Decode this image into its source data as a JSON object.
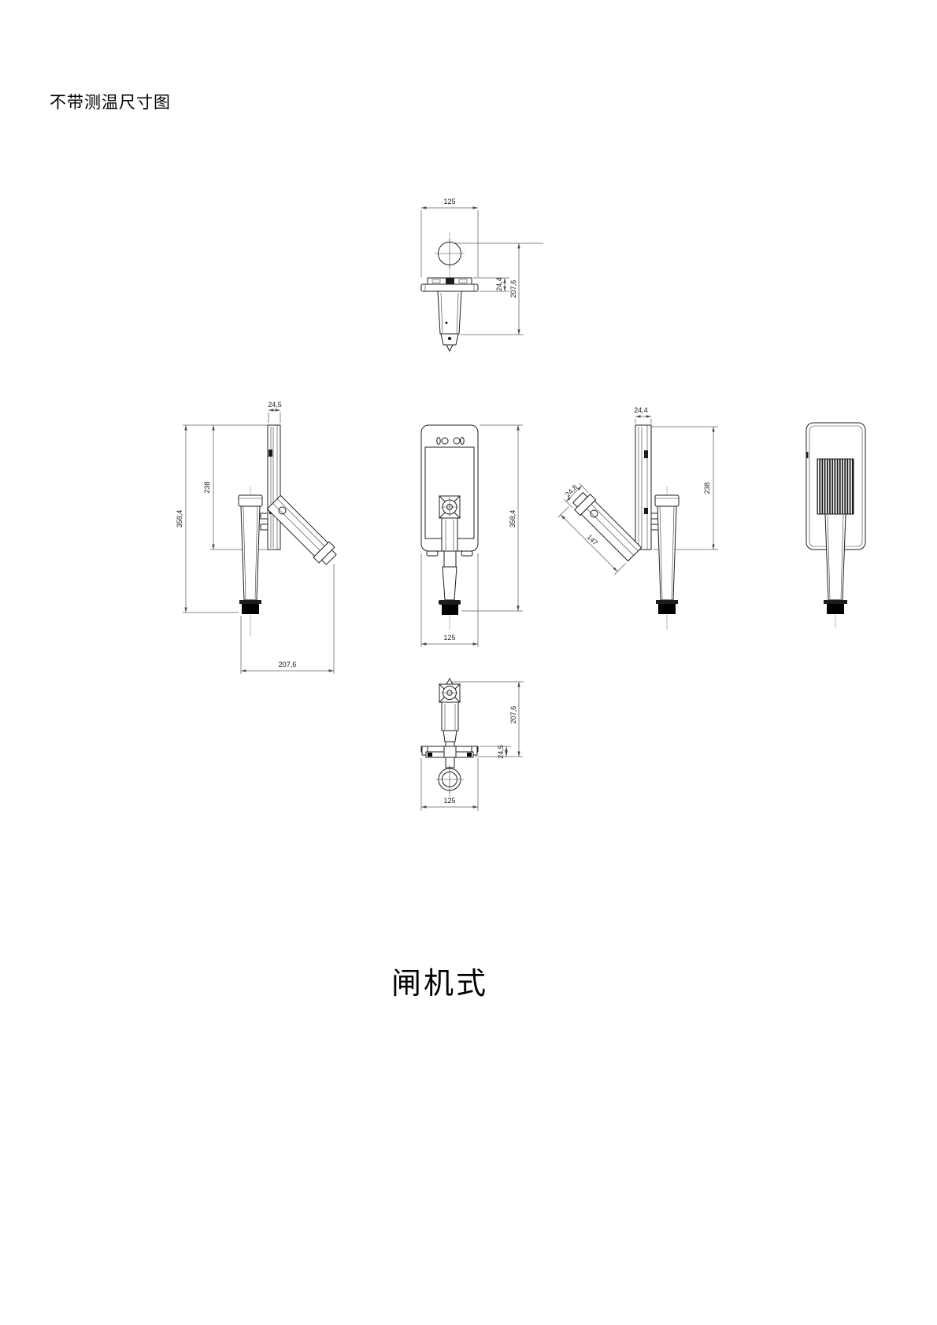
{
  "page": {
    "title": "不带测温尺寸图",
    "caption": "闸机式",
    "background": "#ffffff"
  },
  "views": {
    "top": {
      "width": "125",
      "plate": "24,4",
      "depth": "207,6"
    },
    "side_left": {
      "panel": "24,5",
      "screen_height": "238",
      "total_height": "358,4",
      "depth": "207,6"
    },
    "front": {
      "total_height": "358,4",
      "width": "125"
    },
    "side_right": {
      "panel": "24,4",
      "arm_width": "24,8",
      "arm_length": "147",
      "screen_height": "238"
    },
    "bottom": {
      "plate": "24,5",
      "depth": "207,6",
      "width": "125"
    }
  },
  "colors": {
    "object_line": "#1f1f1f",
    "dimension_line": "#636363",
    "text": "#1a1a1a"
  }
}
